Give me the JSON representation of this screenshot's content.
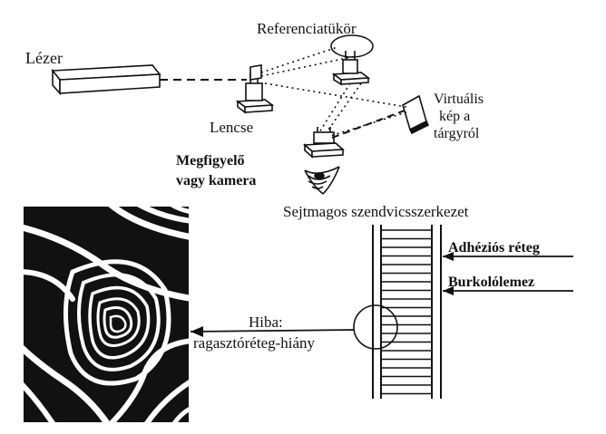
{
  "labels": {
    "laser": "Lézer",
    "reference_mirror": "Referenciatükör",
    "virtual_line1": "Virtuális",
    "virtual_line2": "kép a",
    "virtual_line3": "tárgyról",
    "lens": "Lencse",
    "observer_line1": "Megfigyelő",
    "observer_line2": "vagy kamera",
    "sandwich": "Sejtmagos szendvicsszerkezet",
    "adhesion_layer": "Adhéziós réteg",
    "cover_sheet": "Burkolólemez",
    "defect_line1": "Hiba:",
    "defect_line2": "ragasztóréteg-hiány"
  },
  "colors": {
    "ink": "#111111",
    "background": "#ffffff"
  }
}
